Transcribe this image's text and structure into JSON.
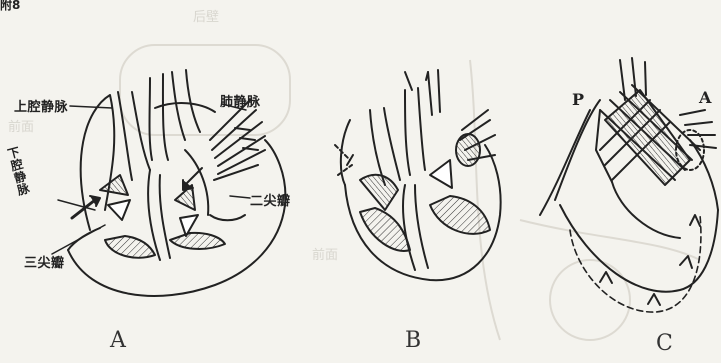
{
  "corner_text": "附8",
  "background_text": {
    "top_center": "后壁",
    "left_faint": "前面",
    "right_faint": "前面"
  },
  "labels": {
    "superior_vena_cava": "上腔静脉",
    "pulmonary_vein": "肺静脉",
    "inferior_vena_cava": "下腔静脉",
    "mitral_valve": "二尖瓣",
    "tricuspid_valve": "三尖瓣",
    "p_marker": "P",
    "a_marker": "A"
  },
  "captions": {
    "a": "A",
    "b": "B",
    "c": "C"
  },
  "colors": {
    "ink": "#222222",
    "paper": "#f4f3ee",
    "faint": "#d8d6cf"
  }
}
